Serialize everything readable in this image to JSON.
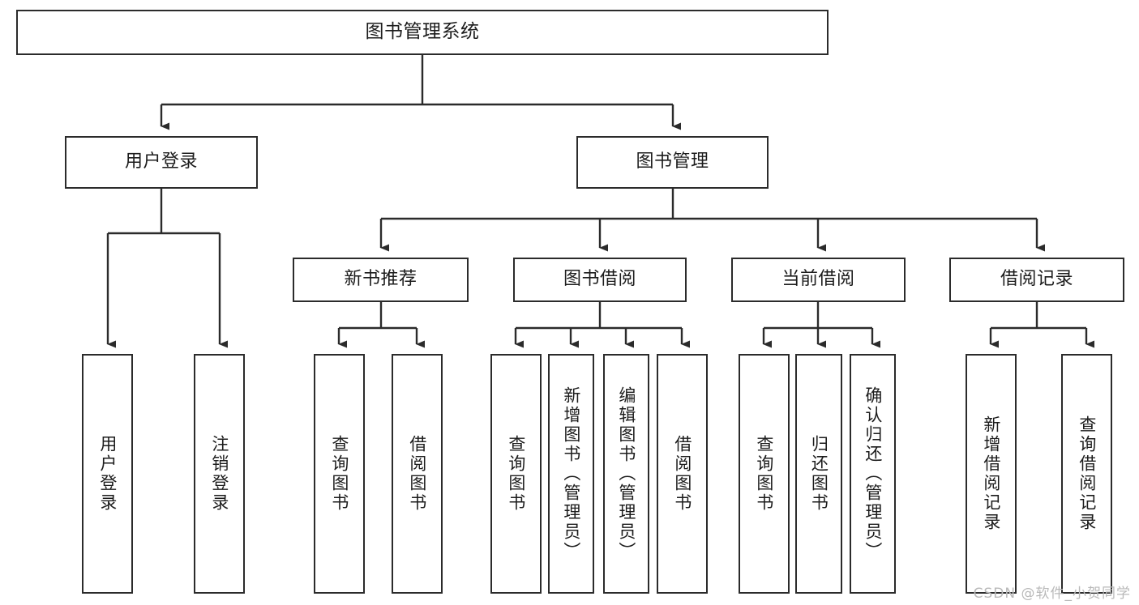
{
  "diagram": {
    "title": "图书管理系统",
    "type": "tree",
    "colors": {
      "stroke": "#2b2b2b",
      "fill": "#ffffff",
      "text": "#1c1c1c",
      "watermark": "#b9b9b9"
    },
    "root": {
      "label": "图书管理系统"
    },
    "level2": [
      {
        "label": "用户登录"
      },
      {
        "label": "图书管理"
      }
    ],
    "level3": [
      {
        "label": "新书推荐"
      },
      {
        "label": "图书借阅"
      },
      {
        "label": "当前借阅"
      },
      {
        "label": "借阅记录"
      }
    ],
    "leaves": [
      {
        "label": "用户登录"
      },
      {
        "label": "注销登录"
      },
      {
        "label": "查询图书"
      },
      {
        "label": "借阅图书"
      },
      {
        "label": "查询图书"
      },
      {
        "label": "新增图书（管理员）"
      },
      {
        "label": "编辑图书（管理员）"
      },
      {
        "label": "借阅图书"
      },
      {
        "label": "查询图书"
      },
      {
        "label": "归还图书"
      },
      {
        "label": "确认归还（管理员）"
      },
      {
        "label": "新增借阅记录"
      },
      {
        "label": "查询借阅记录"
      }
    ]
  },
  "watermark": {
    "text": "CSDN @软件_小贺同学"
  }
}
